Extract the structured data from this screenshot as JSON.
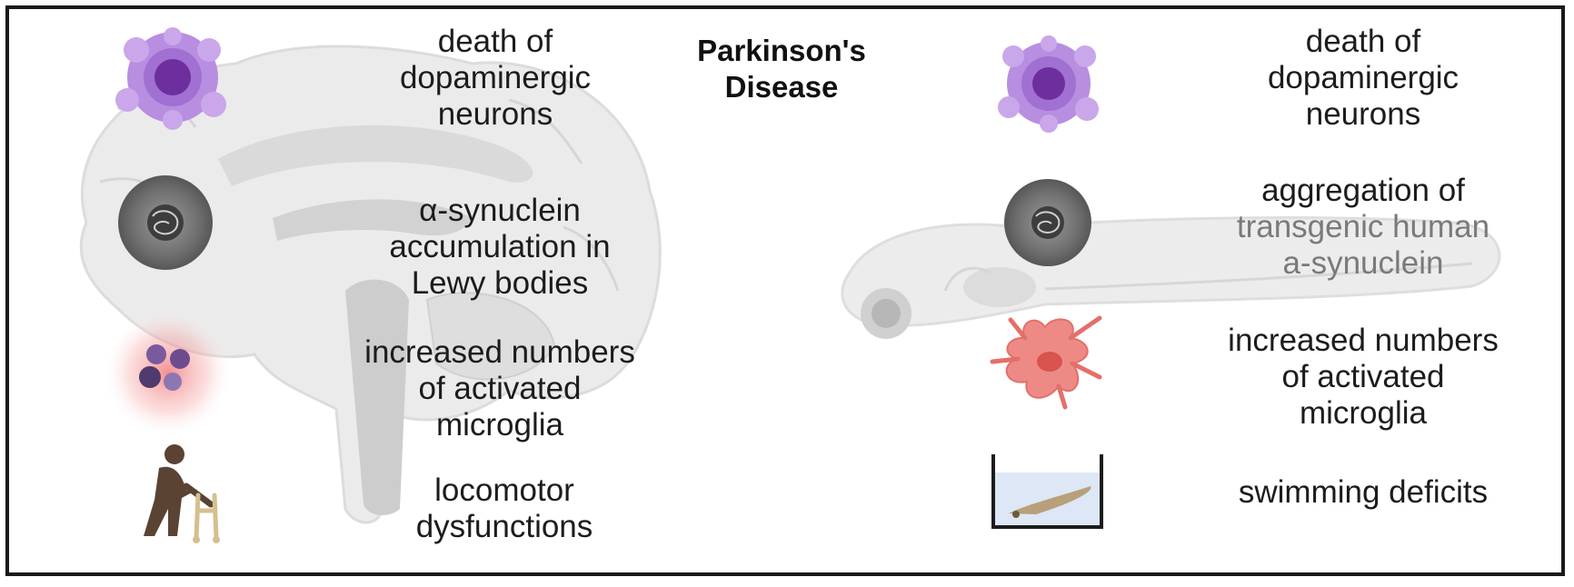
{
  "title": [
    "Parkinson's",
    "Disease"
  ],
  "left": {
    "items": [
      {
        "lines": [
          "death of",
          "dopaminergic",
          "neurons"
        ],
        "icon": "neuron-icon"
      },
      {
        "lines": [
          "α-synuclein",
          "accumulation in",
          "Lewy bodies"
        ],
        "icon": "lewy-body-icon"
      },
      {
        "lines": [
          "increased numbers",
          "of activated",
          "microglia"
        ],
        "icon": "microglia-cluster-icon"
      },
      {
        "lines": [
          "locomotor",
          "dysfunctions"
        ],
        "icon": "elderly-walker-icon"
      }
    ]
  },
  "right": {
    "items": [
      {
        "lines": [
          "death of",
          "dopaminergic",
          "neurons"
        ],
        "icon": "neuron-icon"
      },
      {
        "lines": [
          "aggregation of",
          "transgenic human",
          "a-synuclein"
        ],
        "icon": "lewy-body-icon"
      },
      {
        "lines": [
          "increased numbers",
          "of activated",
          "microglia"
        ],
        "icon": "microglia-cell-icon"
      },
      {
        "lines": [
          "swimming deficits"
        ],
        "icon": "tank-fish-icon"
      }
    ]
  },
  "colors": {
    "neuron": "#9b6bd0",
    "microglia": "#e5736f",
    "brain": "#e9e9e9",
    "walker": "#5a4333"
  }
}
